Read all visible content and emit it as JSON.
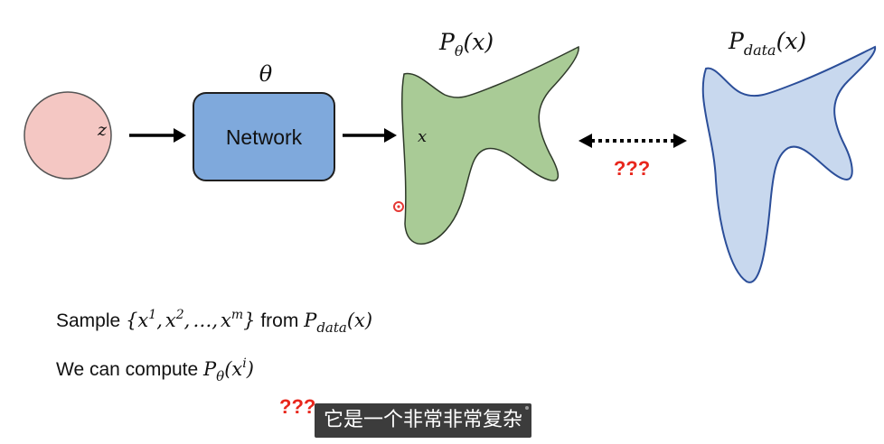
{
  "diagram": {
    "latent_label": "z",
    "network_label": "Network",
    "param_label": "θ",
    "generated_title": {
      "base": "P",
      "sub": "θ",
      "arg": "(x)"
    },
    "sample_label": "x",
    "data_title": {
      "base": "P",
      "sub": "data",
      "arg": "(x)"
    },
    "question_marks": "???"
  },
  "text_lines": {
    "line1": {
      "prefix": "Sample ",
      "set_open": "{",
      "x": "x",
      "sup1": "1",
      "sup2": "2",
      "supm": "m",
      "comma": ",",
      "ellipsis": "…",
      "set_close": "}",
      "from": " from ",
      "base": "P",
      "sub": "data",
      "arg": "(x)"
    },
    "line2": {
      "prefix": "We can compute ",
      "base": "P",
      "sub": "θ",
      "open": "(",
      "x": "x",
      "sup": "i",
      "close": ")"
    },
    "bottom_question_marks": "???"
  },
  "colors": {
    "latent_fill": "#f4c7c3",
    "network_fill": "#7fa9dc",
    "network_stroke": "#1f1f1f",
    "generated_fill": "#a9cb96",
    "generated_stroke": "#2f3a2a",
    "data_fill": "#c8d8ee",
    "data_stroke": "#2b4e99",
    "question": "#e8261c",
    "cursor": "#e53935"
  },
  "subtitle": {
    "text": "它是一个非常非常复杂"
  }
}
